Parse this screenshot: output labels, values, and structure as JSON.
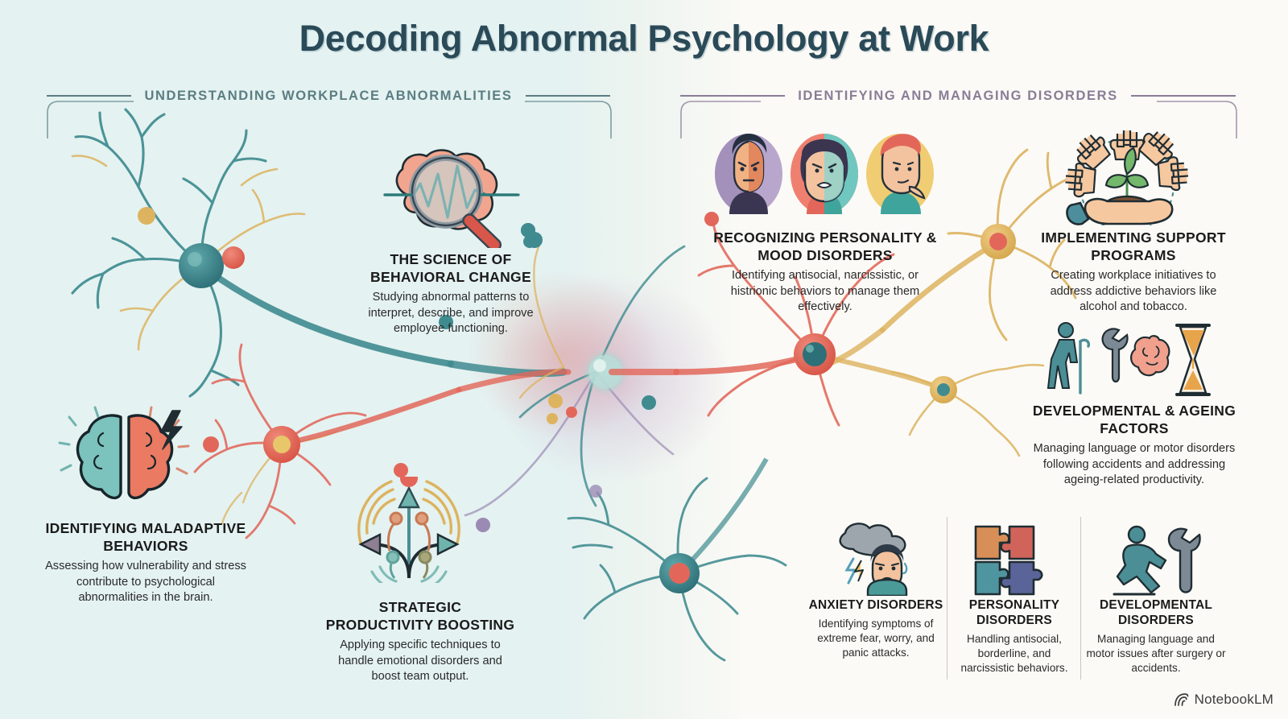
{
  "title": "Decoding Abnormal Psychology at Work",
  "sections": {
    "left": {
      "label": "UNDERSTANDING WORKPLACE ABNORMALITIES",
      "color": "#5b7d82"
    },
    "right": {
      "label": "IDENTIFYING AND MANAGING DISORDERS",
      "color": "#8a7c96"
    }
  },
  "topics": {
    "science": {
      "heading": "THE SCIENCE OF BEHAVIORAL CHANGE",
      "body": "Studying abnormal patterns to interpret, describe, and improve employee functioning.",
      "icon": "brain-magnifier-icon"
    },
    "maladaptive": {
      "heading": "IDENTIFYING MALADAPTIVE BEHAVIORS",
      "body": "Assessing how vulnerability and stress contribute to psychological abnormalities in the brain.",
      "icon": "split-brain-lightning-icon"
    },
    "productivity": {
      "heading": "STRATEGIC PRODUCTIVITY BOOSTING",
      "body": "Applying specific techniques to handle emotional disorders and boost team output.",
      "icon": "multi-direction-arrows-icon"
    },
    "recognizing": {
      "heading": "RECOGNIZING PERSONALITY & MOOD DISORDERS",
      "body": "Identifying antisocial, narcissistic, or histrionic behaviors to manage them effectively.",
      "icon": "three-faces-avatars-icon"
    },
    "support": {
      "heading": "IMPLEMENTING SUPPORT PROGRAMS",
      "body": "Creating workplace initiatives to address addictive behaviors like alcohol and tobacco.",
      "icon": "hands-plant-icon"
    },
    "developmental_ageing": {
      "heading": "DEVELOPMENTAL & AGEING FACTORS",
      "body": "Managing language or motor disorders following accidents and addressing ageing-related productivity.",
      "icon": "elderly-wrench-brain-hourglass-icon"
    }
  },
  "cards": [
    {
      "heading": "ANXIETY DISORDERS",
      "body": "Identifying symptoms of extreme fear, worry, and panic attacks.",
      "icon": "storm-cloud-person-icon"
    },
    {
      "heading": "PERSONALITY DISORDERS",
      "body": "Handling antisocial, borderline, and narcissistic behaviors.",
      "icon": "puzzle-pieces-icon"
    },
    {
      "heading": "DEVELOPMENTAL DISORDERS",
      "body": "Managing language and motor issues after surgery or accidents.",
      "icon": "person-wrench-icon"
    }
  ],
  "watermark": {
    "label": "NotebookLM",
    "icon": "notebooklm-spiral-icon"
  },
  "palette": {
    "bg_left": "#e4f2f1",
    "bg_right": "#fbfaf6",
    "title_color": "#2b4a58",
    "teal": "#3f8b90",
    "coral": "#e2675a",
    "gold": "#ddb35f",
    "purple": "#9b8bb4",
    "ink": "#1b1b1b"
  }
}
